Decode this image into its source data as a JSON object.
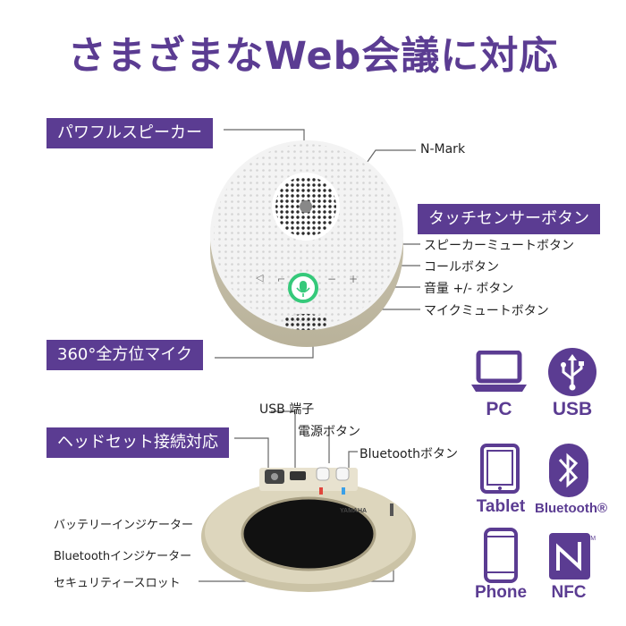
{
  "title": "さまざまなWeb会議に対応",
  "callouts": {
    "speaker": "パワフルスピーカー",
    "mic360": "360°全方位マイク",
    "touch_buttons": "タッチセンサーボタン",
    "headset": "ヘッドセット接続対応"
  },
  "labels": {
    "nmark": "N-Mark",
    "speaker_mute": "スピーカーミュートボタン",
    "call": "コールボタン",
    "volume": "音量 +/- ボタン",
    "mic_mute": "マイクミュートボタン",
    "usb_port": "USB 端子",
    "power": "電源ボタン",
    "bt_button": "Bluetoothボタン",
    "battery_ind": "バッテリーインジケーター",
    "bt_ind": "Bluetoothインジケーター",
    "security_slot": "セキュリティースロット"
  },
  "device_text": {
    "brand": "YAMAHA"
  },
  "compat": [
    {
      "label": "PC",
      "icon": "laptop-icon"
    },
    {
      "label": "USB",
      "icon": "usb-icon"
    },
    {
      "label": "Tablet",
      "icon": "tablet-icon"
    },
    {
      "label": "Bluetooth®",
      "icon": "bluetooth-icon"
    },
    {
      "label": "Phone",
      "icon": "phone-icon"
    },
    {
      "label": "NFC",
      "icon": "nfc-icon"
    }
  ],
  "colors": {
    "accent": "#5b3c92",
    "mic_ring": "#35c97a"
  }
}
